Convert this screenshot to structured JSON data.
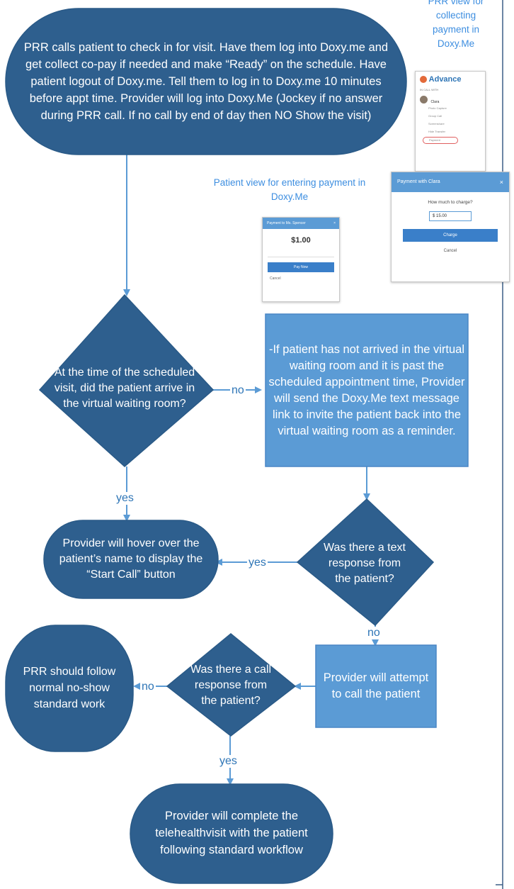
{
  "colors": {
    "node_fill": "#2e5f8e",
    "node_border": "#2a5a87",
    "rect_fill": "#5b9bd5",
    "rect_border": "#4a86c5",
    "connector": "#5b9bd5",
    "edge_label": "#2e75b6",
    "caption": "#3d8ee0",
    "frame_line": "#3b5f87"
  },
  "nodes": {
    "start": "PRR calls patient to check in for visit.  Have them log into Doxy.me and get collect co-pay if needed and make “Ready” on the schedule. Have patient logout of Doxy.me.  Tell them to log in to Doxy.me 10 minutes before appt time.  Provider will log into Doxy.Me (Jockey if no answer during PRR call.  If no call by end of day then NO Show the visit)",
    "decision_arrive": "At the time of the scheduled visit, did the patient arrive in the virtual waiting room?",
    "reminder": "-If patient has not arrived in the virtual waiting room and it is past the scheduled appointment time, Provider will send the Doxy.Me text message link to invite the patient back into the virtual waiting room as a reminder.",
    "hover": "Provider will hover over the patient’s name to display the “Start Call” button",
    "decision_text": "Was there a text response from the patient?",
    "call": "Provider will attempt to call the patient",
    "decision_call": "Was there a call response from the patient?",
    "noshow": "PRR should follow normal no-show standard work",
    "complete": "Provider will complete the telehealthvisit with the patient following standard workflow"
  },
  "edge_labels": {
    "arrive_no": "no",
    "arrive_yes": "yes",
    "text_yes": "yes",
    "text_no": "no",
    "call_no": "no",
    "call_yes": "yes"
  },
  "captions": {
    "prr_view": "PRR view for collecting payment in Doxy.Me",
    "patient_view": "Patient view for entering payment in Doxy.Me"
  },
  "thumb_patient": {
    "title": "Payment to Ms. Spencer",
    "amount": "$1.00",
    "button": "Pay Now",
    "cancel": "Cancel"
  },
  "thumb_menu": {
    "brand": "Advance",
    "header": "IN CALL WITH",
    "name": "Clara",
    "items": [
      "Photo Capture",
      "Group Call",
      "Screenshare",
      "Hide Transfer",
      "Payment"
    ]
  },
  "thumb_charge": {
    "title": "Payment with Clara",
    "prompt": "How much to charge?",
    "value": "$ 15.00",
    "button": "Charge",
    "cancel": "Cancel"
  }
}
